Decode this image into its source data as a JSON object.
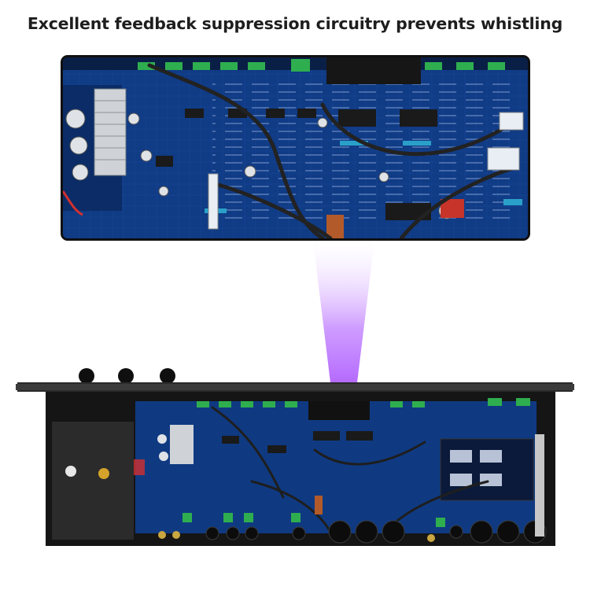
{
  "headline": "Excellent feedback suppression circuitry prevents whistling",
  "colors": {
    "headline_text": "#1e1e1e",
    "pcb_blue": "#0f3a82",
    "chassis": "#1c1c1c",
    "beam_violet": "#a64dff"
  },
  "images": {
    "zoom_inset": "closeup of blue circuit board with feedback suppression chips",
    "beam": "purple light beam linking inset to board",
    "unit": "top view of open rack-mount audio processor"
  }
}
